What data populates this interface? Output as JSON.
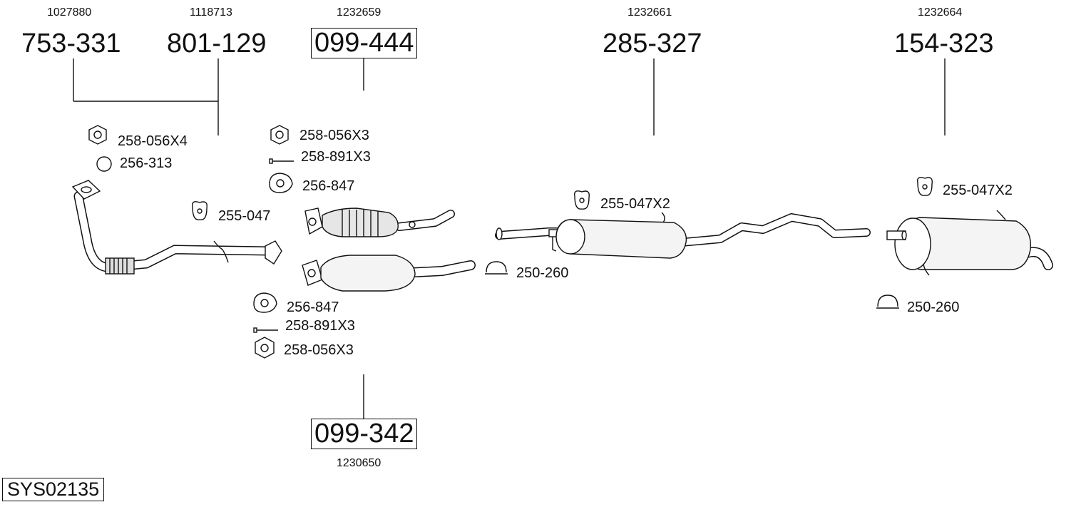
{
  "system_code": "SYS02135",
  "groups": [
    {
      "ref": "1027880",
      "part": "753-331"
    },
    {
      "ref": "1118713",
      "part": "801-129"
    },
    {
      "ref": "1232659",
      "part": "099-444"
    },
    {
      "ref": "1232661",
      "part": "285-327"
    },
    {
      "ref": "1232664",
      "part": "154-323"
    },
    {
      "ref": "1230650",
      "part": "099-342"
    }
  ],
  "accessories": [
    {
      "label": "258-056X4",
      "icon": "hex-nut-icon"
    },
    {
      "label": "256-313",
      "icon": "ring-gasket-icon"
    },
    {
      "label": "255-047",
      "icon": "rubber-hanger-icon"
    },
    {
      "label": "258-056X3",
      "icon": "hex-nut-icon"
    },
    {
      "label": "258-891X3",
      "icon": "bolt-icon"
    },
    {
      "label": "256-847",
      "icon": "flange-gasket-icon"
    },
    {
      "label": "256-847",
      "icon": "flange-gasket-icon"
    },
    {
      "label": "258-891X3",
      "icon": "bolt-icon"
    },
    {
      "label": "258-056X3",
      "icon": "hex-nut-icon"
    },
    {
      "label": "255-047X2",
      "icon": "rubber-hanger-icon"
    },
    {
      "label": "250-260",
      "icon": "pipe-clamp-icon"
    },
    {
      "label": "255-047X2",
      "icon": "rubber-hanger-icon"
    },
    {
      "label": "250-260",
      "icon": "pipe-clamp-icon"
    }
  ]
}
